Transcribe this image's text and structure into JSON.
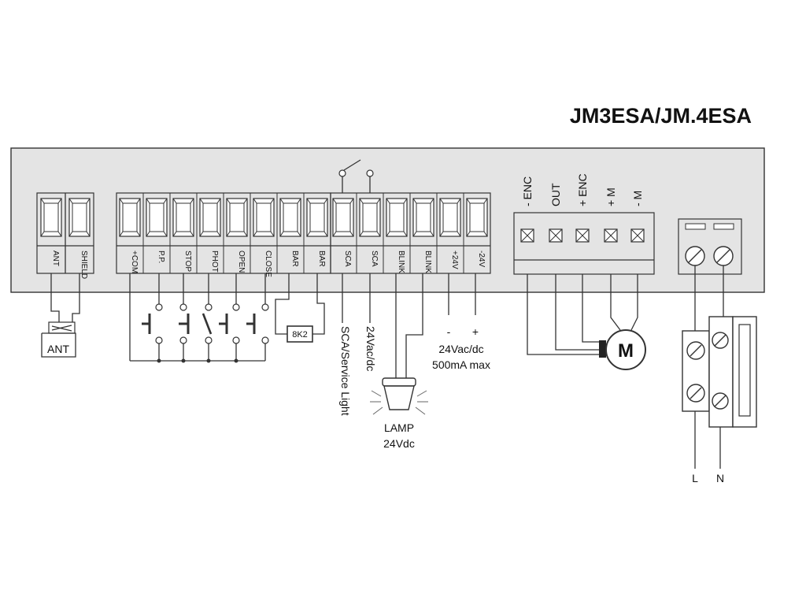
{
  "title": "JM3ESA/JM.4ESA",
  "antenna_terminals": [
    "ANT",
    "SHIELD"
  ],
  "control_terminals": [
    "+COM",
    "P.P.",
    "STOP",
    "PHOT",
    "OPEN",
    "CLOSE",
    "BAR",
    "BAR"
  ],
  "output_terminals": [
    "SCA",
    "SCA",
    "BLINK",
    "BLINK",
    "+24V",
    "-24V"
  ],
  "encoder_terminals": [
    "- ENC",
    "OUT",
    "+ ENC",
    "+ M",
    "- M"
  ],
  "antenna_label": "ANT",
  "resistor_label": "8K2",
  "sca_voltage": "24Vac/dc",
  "sca_label": "SCA/Service Light",
  "supply_polarity": [
    "-",
    "+"
  ],
  "supply_voltage": "24Vac/dc",
  "supply_current": "500mA max",
  "lamp_label": "LAMP",
  "lamp_voltage": "24Vdc",
  "motor_label": "M",
  "mains_labels": [
    "L",
    "N"
  ],
  "colors": {
    "board": "#e4e4e4",
    "line": "#333333"
  }
}
